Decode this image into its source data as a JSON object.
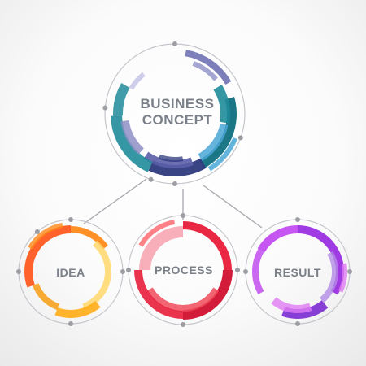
{
  "diagram": {
    "main": {
      "line1": "BUSINESS",
      "line2": "CONCEPT",
      "palette": [
        "#1f8b9a",
        "#0f6f7e",
        "#2e3a7d",
        "#5b5fa8",
        "#8f8fc7",
        "#4aa7d6",
        "#c9c9e8"
      ]
    },
    "nodes": [
      {
        "label": "IDEA",
        "palette": [
          "#ff5a1f",
          "#ff8a1a",
          "#ffb020",
          "#ffd76a",
          "#f6a11e"
        ]
      },
      {
        "label": "PROCESS",
        "palette": [
          "#e81e3a",
          "#d0102f",
          "#f04b5a",
          "#f7a1ad",
          "#ff6b73"
        ]
      },
      {
        "label": "RESULT",
        "palette": [
          "#9b2fe0",
          "#7a2ad0",
          "#c24df0",
          "#b38be6",
          "#e07cf2"
        ]
      }
    ],
    "connector_color": "#a6a8ad",
    "dot_color": "#9c9ea3"
  }
}
